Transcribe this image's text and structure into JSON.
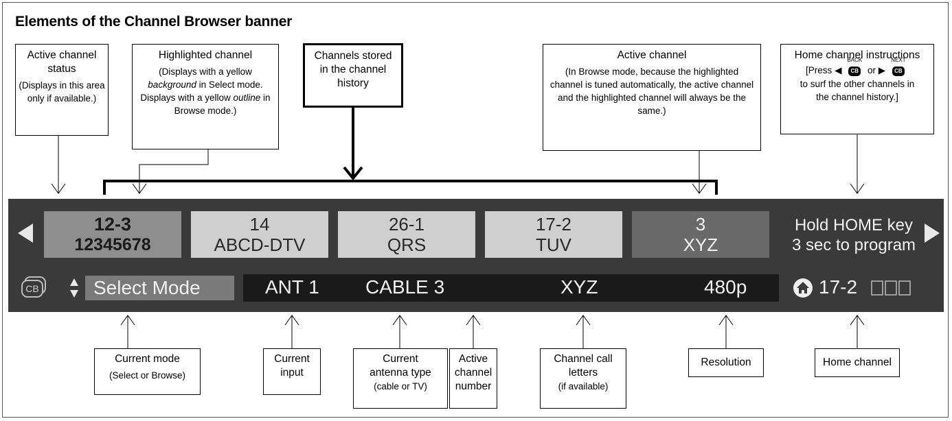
{
  "title": "Elements of the Channel Browser banner",
  "callouts_top": {
    "active_status": {
      "line1": "Active channel",
      "line2": "status",
      "note": "(Displays in this area only if available.)"
    },
    "highlighted": {
      "line1": "Highlighted channel",
      "note_a": "(Displays with a yellow",
      "note_b": "background",
      "note_c": "in Select mode. Displays with a yellow",
      "note_d": "outline",
      "note_e": "in Browse mode.)"
    },
    "history": {
      "text": "Channels stored in the channel history"
    },
    "active_channel": {
      "line1": "Active channel",
      "note": "(In Browse mode, because the highlighted channel is tuned automatically, the active channel and the highlighted channel will always be the same.)"
    },
    "home_instructions": {
      "line1": "Home channel instructions",
      "press": "[Press",
      "back": "BACK",
      "or": "or",
      "next": "NEXT",
      "rest": "to surf the other channels in the channel history.]",
      "cb_icon_text": "CB"
    }
  },
  "banner": {
    "channels": [
      {
        "number": "12-3",
        "name": "12345678",
        "state": "active-status"
      },
      {
        "number": "14",
        "name": "ABCD-DTV",
        "state": "highlighted"
      },
      {
        "number": "26-1",
        "name": "QRS",
        "state": "history"
      },
      {
        "number": "17-2",
        "name": "TUV",
        "state": "history"
      },
      {
        "number": "3",
        "name": "XYZ",
        "state": "active"
      }
    ],
    "home_line1": "Hold HOME key",
    "home_line2": "3 sec to program",
    "cb_label": "CB",
    "mode": "Select Mode",
    "input": "ANT 1",
    "antenna": "CABLE 3",
    "call_letters": "XYZ",
    "resolution": "480p",
    "home_channel": "17-2"
  },
  "callouts_bottom": {
    "mode": {
      "line1": "Current mode",
      "note": "(Select or Browse)"
    },
    "input": {
      "line1": "Current",
      "line2": "input"
    },
    "antenna": {
      "line1": "Current",
      "line2": "antenna type",
      "note": "(cable or TV)"
    },
    "number": {
      "line1": "Active",
      "line2": "channel",
      "line3": "number"
    },
    "letters": {
      "line1": "Channel call",
      "line2": "letters",
      "note": "(if available)"
    },
    "resolution": {
      "line1": "Resolution"
    },
    "home": {
      "line1": "Home channel"
    }
  },
  "colors": {
    "banner_bg": "#3a3a3a",
    "tile_light": "#cfcfcf",
    "tile_active_status": "#8e8e8e",
    "tile_active": "#6a6a6a",
    "strip": "#1a1a1a"
  }
}
